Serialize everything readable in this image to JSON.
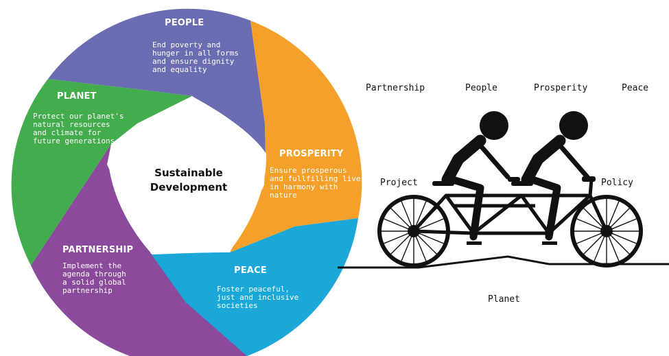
{
  "wheel": {
    "center": "Sustainable\nDevelopment",
    "segments": {
      "people": {
        "title": "PEOPLE",
        "text": "End poverty and\nhunger in all forms\nand ensure dignity\nand equality",
        "color": "#6B6DB3"
      },
      "prosperity": {
        "title": "PROSPERITY",
        "text": "Ensure prosperous\nand fullfilling lives\nin harmony with\nnature",
        "color": "#F5A02A"
      },
      "peace": {
        "title": "PEACE",
        "text": "Foster peaceful,\njust and inclusive\nsocieties",
        "color": "#1BA8D8"
      },
      "partnership": {
        "title": "PARTNERSHIP",
        "text": "Implement the\nagenda through\na solid global\npartnership",
        "color": "#8B4A9C"
      },
      "planet": {
        "title": "PLANET",
        "text": "Protect our planet's\nnatural resources\nand climate for\nfuture generations",
        "color": "#43AD4E"
      }
    }
  },
  "bicycle": {
    "labels": {
      "partnership": "Partnership",
      "people": "People",
      "prosperity": "Prosperity",
      "peace": "Peace",
      "project": "Project",
      "policy": "Policy",
      "planet": "Planet"
    }
  }
}
